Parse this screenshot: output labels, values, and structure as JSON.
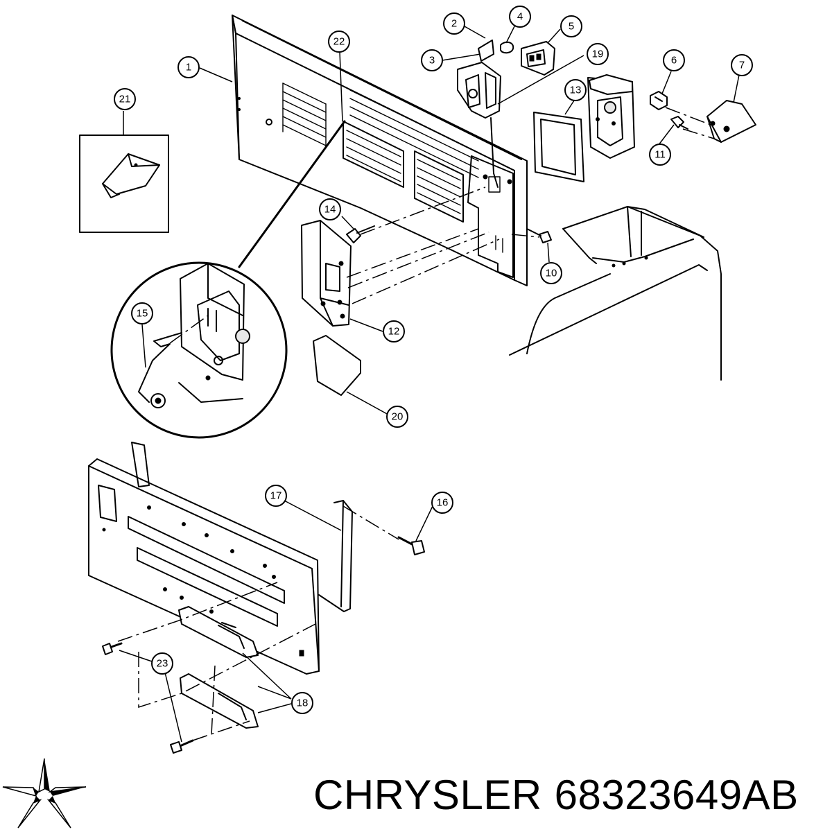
{
  "callouts": [
    {
      "label": "1"
    },
    {
      "label": "2"
    },
    {
      "label": "3"
    },
    {
      "label": "4"
    },
    {
      "label": "5"
    },
    {
      "label": "6"
    },
    {
      "label": "7"
    },
    {
      "label": "10"
    },
    {
      "label": "11"
    },
    {
      "label": "12"
    },
    {
      "label": "13"
    },
    {
      "label": "14"
    },
    {
      "label": "15"
    },
    {
      "label": "16"
    },
    {
      "label": "17"
    },
    {
      "label": "18"
    },
    {
      "label": "19"
    },
    {
      "label": "20"
    },
    {
      "label": "21"
    },
    {
      "label": "22"
    },
    {
      "label": "23"
    }
  ],
  "caption": {
    "brand": "CHRYSLER",
    "part_number": "68323649AB"
  },
  "logo": {
    "icon": "chrysler-pentastar-icon",
    "color": "#000000"
  }
}
